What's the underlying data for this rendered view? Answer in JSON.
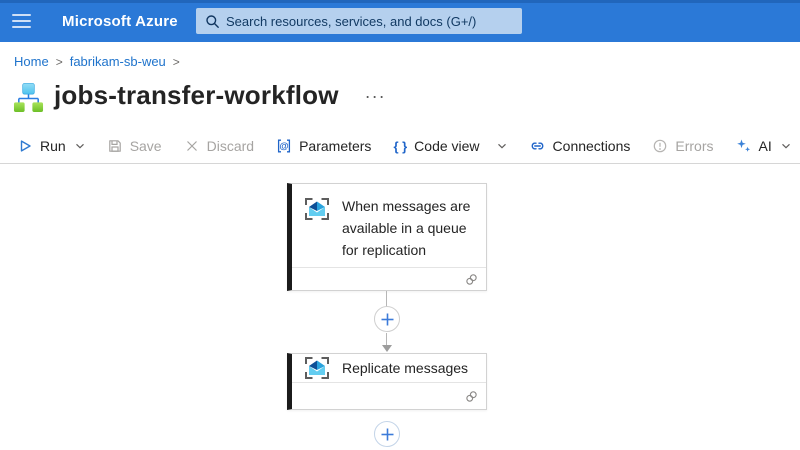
{
  "colors": {
    "header_bg": "#2b79d7",
    "accent_blue": "#2065c9",
    "link_blue": "#2074cc",
    "disabled_gray": "#a6a4a2",
    "node_accent_bar": "#1b1b1b",
    "plus_blue": "#3c7bd9"
  },
  "header": {
    "brand": "Microsoft Azure",
    "search_placeholder": "Search resources, services, and docs (G+/)",
    "menu_icon": "hamburger-icon",
    "search_icon": "search-icon"
  },
  "breadcrumb": {
    "separator": ">",
    "items": [
      {
        "label": "Home"
      },
      {
        "label": "fabrikam-sb-weu"
      }
    ]
  },
  "page": {
    "icon": "workflow-icon",
    "title": "jobs-transfer-workflow",
    "more_label": "···"
  },
  "toolbar": {
    "items": [
      {
        "label": "Run",
        "icon": "play-icon",
        "enabled": true,
        "has_dropdown": true
      },
      {
        "label": "Save",
        "icon": "save-icon",
        "enabled": false,
        "has_dropdown": false
      },
      {
        "label": "Discard",
        "icon": "dismiss-icon",
        "enabled": false,
        "has_dropdown": false
      },
      {
        "label": "Parameters",
        "icon": "parameters-icon",
        "enabled": true,
        "has_dropdown": false
      },
      {
        "label": "Code view",
        "icon": "code-braces-icon",
        "enabled": true,
        "has_dropdown": true
      },
      {
        "label": "Connections",
        "icon": "link-icon",
        "enabled": true,
        "has_dropdown": false
      },
      {
        "label": "Errors",
        "icon": "error-circle-icon",
        "enabled": false,
        "has_dropdown": false
      },
      {
        "label": "AI",
        "icon": "sparkle-icon",
        "enabled": true,
        "has_dropdown": true
      }
    ],
    "code_view_glyph": "{ }",
    "info_icon": "info-icon"
  },
  "workflow": {
    "trigger": {
      "title": "When messages are available in a queue for replication",
      "icon": "service-bus-icon",
      "footer_icon": "connection-icon"
    },
    "action": {
      "title": "Replicate messages",
      "icon": "service-bus-icon",
      "footer_icon": "connection-icon"
    }
  }
}
